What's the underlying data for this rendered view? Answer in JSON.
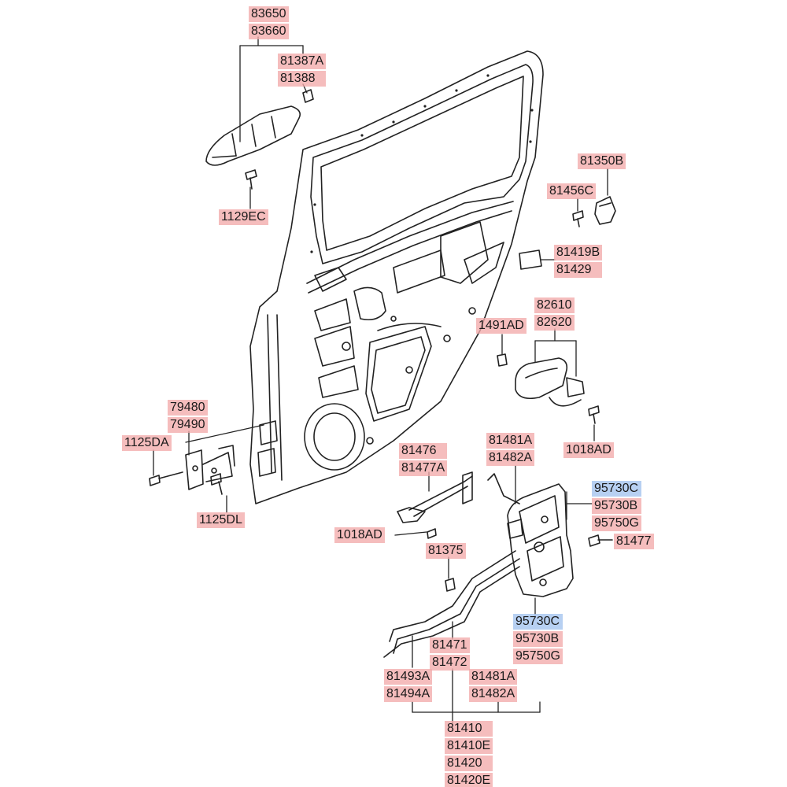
{
  "colors": {
    "label_highlight": "#f2aaaa",
    "label_selected": "#aac8f0",
    "line": "#222222"
  },
  "labels": {
    "p83650": "83650",
    "p83660": "83660",
    "p81387A": "81387A",
    "p81388": "81388",
    "p1129EC": "1129EC",
    "p81350B": "81350B",
    "p81456C": "81456C",
    "p81419B": "81419B",
    "p81429": "81429",
    "p82610": "82610",
    "p82620": "82620",
    "p1491AD": "1491AD",
    "p1018AD_right": "1018AD",
    "p79480": "79480",
    "p79490": "79490",
    "p1125DA": "1125DA",
    "p1125DL": "1125DL",
    "p81476": "81476",
    "p81477A": "81477A",
    "p1018AD_left": "1018AD",
    "p81481A_top": "81481A",
    "p81482A_top": "81482A",
    "p95730C_top": "95730C",
    "p95730B_top": "95730B",
    "p95750G_top": "95750G",
    "p81477": "81477",
    "p81375": "81375",
    "p95730C_bottom": "95730C",
    "p95730B_bottom": "95730B",
    "p95750G_bottom": "95750G",
    "p81471": "81471",
    "p81472": "81472",
    "p81493A": "81493A",
    "p81494A": "81494A",
    "p81481A_bottom": "81481A",
    "p81482A_bottom": "81482A",
    "p81410": "81410",
    "p81410E": "81410E",
    "p81420": "81420",
    "p81420E": "81420E"
  }
}
